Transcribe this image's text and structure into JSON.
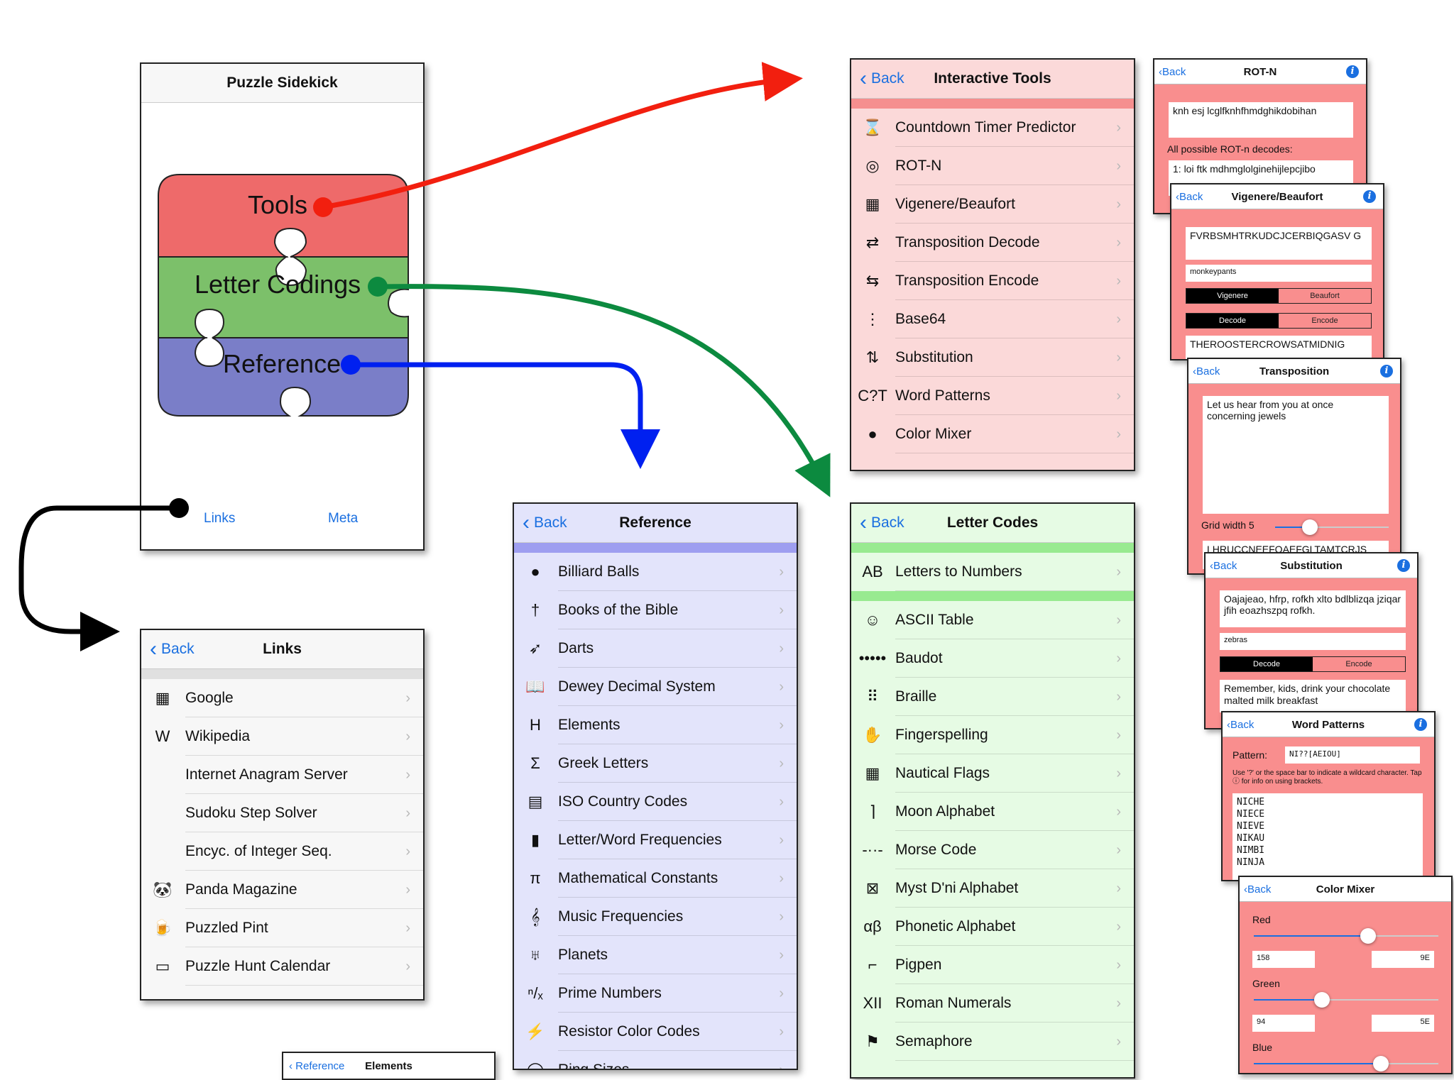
{
  "main": {
    "title": "Puzzle Sidekick",
    "tools": "Tools",
    "letter_codings": "Letter Codings",
    "reference": "Reference",
    "links": "Links",
    "meta": "Meta"
  },
  "back_label": "Back",
  "tools": {
    "title": "Interactive Tools",
    "items": [
      {
        "icon": "⌛",
        "label": "Countdown Timer Predictor"
      },
      {
        "icon": "◎",
        "label": "ROT-N"
      },
      {
        "icon": "▦",
        "label": "Vigenere/Beaufort"
      },
      {
        "icon": "⇄",
        "label": "Transposition Decode"
      },
      {
        "icon": "⇆",
        "label": "Transposition Encode"
      },
      {
        "icon": "⋮",
        "label": "Base64"
      },
      {
        "icon": "⇅",
        "label": "Substitution"
      },
      {
        "icon": "C?T",
        "label": "Word Patterns"
      },
      {
        "icon": "●",
        "label": "Color Mixer"
      }
    ]
  },
  "reference": {
    "title": "Reference",
    "items": [
      {
        "icon": "●",
        "label": "Billiard Balls"
      },
      {
        "icon": "†",
        "label": "Books of the Bible"
      },
      {
        "icon": "➶",
        "label": "Darts"
      },
      {
        "icon": "📖",
        "label": "Dewey Decimal System"
      },
      {
        "icon": "H",
        "label": "Elements"
      },
      {
        "icon": "Σ",
        "label": "Greek Letters"
      },
      {
        "icon": "▤",
        "label": "ISO Country Codes"
      },
      {
        "icon": "▮",
        "label": "Letter/Word Frequencies"
      },
      {
        "icon": "π",
        "label": "Mathematical Constants"
      },
      {
        "icon": "𝄞",
        "label": "Music Frequencies"
      },
      {
        "icon": "♅",
        "label": "Planets"
      },
      {
        "icon": "ⁿ/ₓ",
        "label": "Prime Numbers"
      },
      {
        "icon": "⚡",
        "label": "Resistor Color Codes"
      },
      {
        "icon": "◯",
        "label": "Ring Sizes"
      }
    ]
  },
  "letter_codes": {
    "title": "Letter Codes",
    "items": [
      {
        "icon": "AB",
        "label": "Letters to Numbers"
      },
      {
        "icon": "☺",
        "label": "ASCII Table"
      },
      {
        "icon": "•••••",
        "label": "Baudot"
      },
      {
        "icon": "⠿",
        "label": "Braille"
      },
      {
        "icon": "✋",
        "label": "Fingerspelling"
      },
      {
        "icon": "▦",
        "label": "Nautical Flags"
      },
      {
        "icon": "⌉",
        "label": "Moon Alphabet"
      },
      {
        "icon": "-··-",
        "label": "Morse Code"
      },
      {
        "icon": "⊠",
        "label": "Myst D'ni Alphabet"
      },
      {
        "icon": "αβ",
        "label": "Phonetic Alphabet"
      },
      {
        "icon": "⌐",
        "label": "Pigpen"
      },
      {
        "icon": "XII",
        "label": "Roman Numerals"
      },
      {
        "icon": "⚑",
        "label": "Semaphore"
      }
    ]
  },
  "links": {
    "title": "Links",
    "items": [
      {
        "icon": "▦",
        "label": "Google"
      },
      {
        "icon": "W",
        "label": "Wikipedia"
      },
      {
        "icon": "",
        "label": "Internet Anagram Server"
      },
      {
        "icon": "",
        "label": "Sudoku Step Solver"
      },
      {
        "icon": "",
        "label": "Encyc. of Integer Seq."
      },
      {
        "icon": "🐼",
        "label": "Panda Magazine"
      },
      {
        "icon": "🍺",
        "label": "Puzzled Pint"
      },
      {
        "icon": "▭",
        "label": "Puzzle Hunt Calendar"
      }
    ]
  },
  "elements": {
    "back": "Reference",
    "title": "Elements"
  },
  "rotn": {
    "title": "ROT-N",
    "input": "knh esj lcglfknhfhmdghikdobihan",
    "caption": "All possible ROT-n decodes:",
    "first": "1: loi ftk mdhmglolginehijlepcjibo"
  },
  "vig": {
    "title": "Vigenere/Beaufort",
    "cipher": "FVRBSMHTRKUDCJCERBIQGASV G",
    "key": "monkeypants",
    "mode1": "Vigenere",
    "mode2": "Beaufort",
    "op1": "Decode",
    "op2": "Encode",
    "output": "THEROOSTERCROWSATMIDNIG"
  },
  "trans": {
    "title": "Transposition",
    "text": "Let us hear from you at once concerning jewels",
    "grid": "Grid width 5",
    "output": "LHRUCCNEEFOAEFGLTAMTCRJS"
  },
  "subst": {
    "title": "Substitution",
    "cipher": "Oajajeao, hfrp, rofkh xlto bdlblizqa jziqar jfih eoazhszpq rofkh.",
    "key": "zebras",
    "op1": "Decode",
    "op2": "Encode",
    "output": "Remember, kids, drink your chocolate malted milk breakfast"
  },
  "wp": {
    "title": "Word Patterns",
    "label": "Pattern:",
    "pattern": "NI??[AEIOU]",
    "help": "Use '?' or the space bar to indicate a wildcard character. Tap ⓘ for info on using brackets.",
    "results": [
      "NICHE",
      "NIECE",
      "NIEVE",
      "NIKAU",
      "NIMBI",
      "NINJA"
    ]
  },
  "cm": {
    "title": "Color Mixer",
    "red": "Red",
    "red_dec": "158",
    "red_hex": "9E",
    "red_level": 0.62,
    "green": "Green",
    "green_dec": "94",
    "green_hex": "5E",
    "green_level": 0.37,
    "blue": "Blue",
    "blue_level": 0.69
  },
  "colors": {
    "tools_bg": "#fbd9d9",
    "tools_stripe": "#f58f8f",
    "ref_bg": "#e3e4fb",
    "ref_stripe": "#9e9ef0",
    "codes_bg": "#e6fbe4",
    "codes_stripe": "#98ea90",
    "mini_bg": "#f98e8e",
    "arrow_red": "#f21f0f",
    "arrow_green": "#0c8a3f",
    "arrow_blue": "#0020f0",
    "arrow_black": "#000000"
  }
}
